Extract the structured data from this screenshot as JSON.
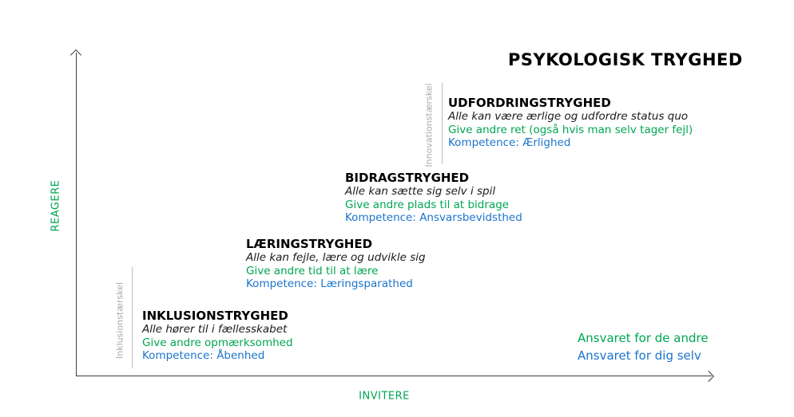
{
  "title": "PSYKOLOGISK TRYGHED",
  "axes": {
    "y_label": "REAGERE",
    "x_label": "INVITERE"
  },
  "thresholds": [
    {
      "label": "Inklusionstærskel"
    },
    {
      "label": "Innovationstærskel"
    }
  ],
  "stages": [
    {
      "name": "INKLUSIONSTRYGHED",
      "description": "Alle hører til i fællesskabet",
      "give": "Give andre opmærksomhed",
      "kompetence": "Kompetence: Åbenhed"
    },
    {
      "name": "LÆRINGSTRYGHED",
      "description": "Alle kan fejle, lære og udvikle sig",
      "give": "Give andre tid til at lære",
      "kompetence": "Kompetence: Læringsparathed"
    },
    {
      "name": "BIDRAGSTRYGHED",
      "description": "Alle kan sætte sig selv i spil",
      "give": "Give andre plads til at bidrage",
      "kompetence": "Kompetence: Ansvarsbevidsthed"
    },
    {
      "name": "UDFORDRINGSTRYGHED",
      "description": "Alle kan være ærlige og udfordre status quo",
      "give": "Give andre ret (også hvis man selv tager fejl)",
      "kompetence": "Kompetence: Ærlighed"
    }
  ],
  "legend": {
    "others": "Ansvaret for de andre",
    "self": "Ansvaret for dig selv"
  },
  "colors": {
    "green": "#00A651",
    "blue": "#1B74CC",
    "gray_text": "#A9A9A9",
    "gray_line": "#BEBEBE",
    "axis": "#3F3F3F"
  }
}
